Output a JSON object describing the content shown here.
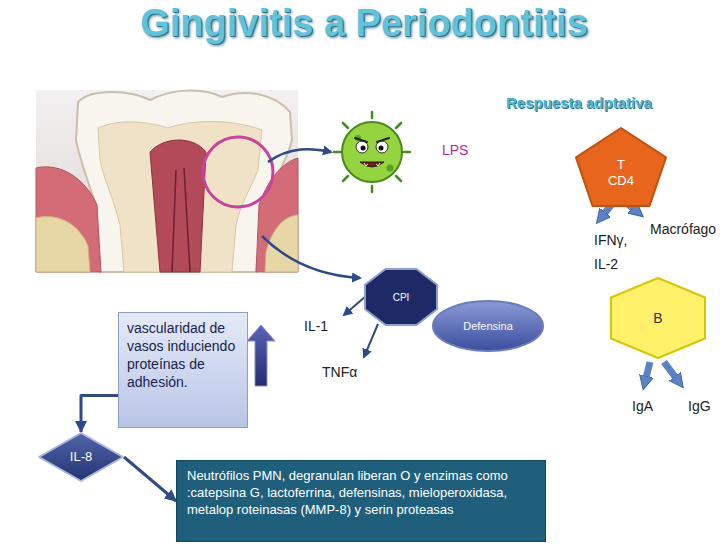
{
  "diagram": {
    "title": "Gingivitis a Periodontitis",
    "nodes": [
      {
        "text": [
          "T CD4"
        ]
      },
      {
        "text": [
          "CPI"
        ]
      },
      {
        "text": [
          "B"
        ]
      },
      {
        "text": [
          "Defensina"
        ]
      },
      {
        "text": [
          "vascularidad de vasos induciendo proteínas de adhesión."
        ]
      },
      {
        "text": [
          "IL-8"
        ]
      },
      {
        "text": [
          "Neutrófilos PMN, degranulan liberan O y enzimas como :catepsina G, lactoferrina, defensinas, mieloperoxidasa, metalop roteinasas (MMP-8) y serin proteasas"
        ]
      }
    ],
    "edges": [
      {
        "from": 4,
        "to": 5,
        "arrow": "to"
      },
      {
        "from": 5,
        "to": 6,
        "arrow": "to"
      }
    ],
    "labels": [
      "Respuesta adptativa",
      "LPS",
      "Macrófago",
      "IFNγ, IL-2",
      "IL-1",
      "TNFα",
      "IgA",
      "IgG"
    ]
  }
}
